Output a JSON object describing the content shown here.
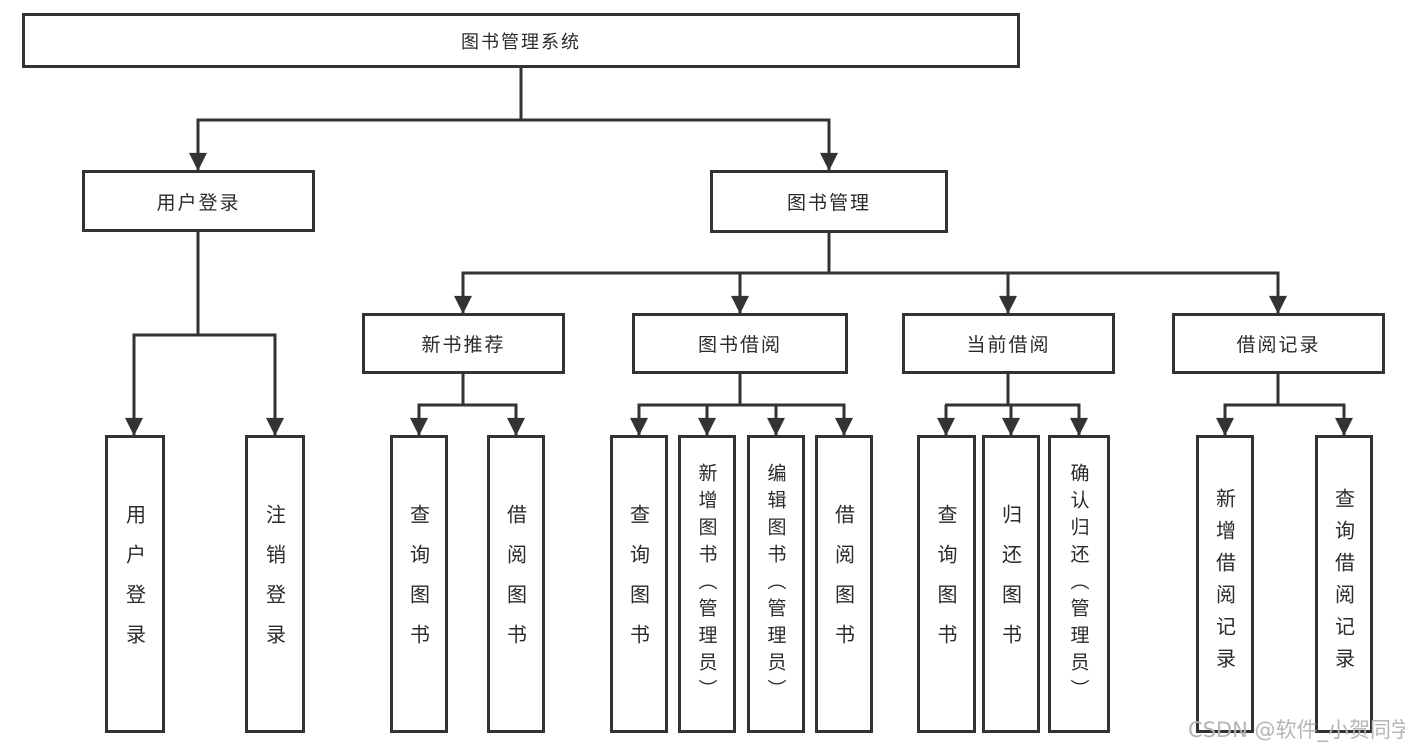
{
  "diagram": {
    "nodes": {
      "root": "图书管理系统",
      "user_login": "用户登录",
      "book_mgmt": "图书管理",
      "new_book_rec": "新书推荐",
      "book_borrow": "图书借阅",
      "current_borrow": "当前借阅",
      "borrow_record": "借阅记录",
      "ul_user_login": "用户登录",
      "ul_logout": "注销登录",
      "nr_query_book": "查询图书",
      "nr_borrow_book": "借阅图书",
      "bb_query_book": "查询图书",
      "bb_add_book": "新增图书（管理员）",
      "bb_edit_book": "编辑图书（管理员）",
      "bb_borrow_book": "借阅图书",
      "cb_query_book": "查询图书",
      "cb_return_book": "归还图书",
      "cb_confirm_return": "确认归还（管理员）",
      "br_add_record": "新增借阅记录",
      "br_query_record": "查询借阅记录"
    },
    "hierarchy": {
      "label": "图书管理系统",
      "children": [
        {
          "label": "用户登录",
          "children": [
            {
              "label": "用户登录"
            },
            {
              "label": "注销登录"
            }
          ]
        },
        {
          "label": "图书管理",
          "children": [
            {
              "label": "新书推荐",
              "children": [
                {
                  "label": "查询图书"
                },
                {
                  "label": "借阅图书"
                }
              ]
            },
            {
              "label": "图书借阅",
              "children": [
                {
                  "label": "查询图书"
                },
                {
                  "label": "新增图书（管理员）"
                },
                {
                  "label": "编辑图书（管理员）"
                },
                {
                  "label": "借阅图书"
                }
              ]
            },
            {
              "label": "当前借阅",
              "children": [
                {
                  "label": "查询图书"
                },
                {
                  "label": "归还图书"
                },
                {
                  "label": "确认归还（管理员）"
                }
              ]
            },
            {
              "label": "借阅记录",
              "children": [
                {
                  "label": "新增借阅记录"
                },
                {
                  "label": "查询借阅记录"
                }
              ]
            }
          ]
        }
      ]
    },
    "colors": {
      "line": "#333333",
      "box_border": "#333333",
      "box_fill": "#ffffff",
      "text": "#2b2b2b",
      "background": "#ffffff"
    }
  },
  "watermark": {
    "text": "CSDN @软件_小贺同学",
    "color": "#b5b5b5"
  }
}
